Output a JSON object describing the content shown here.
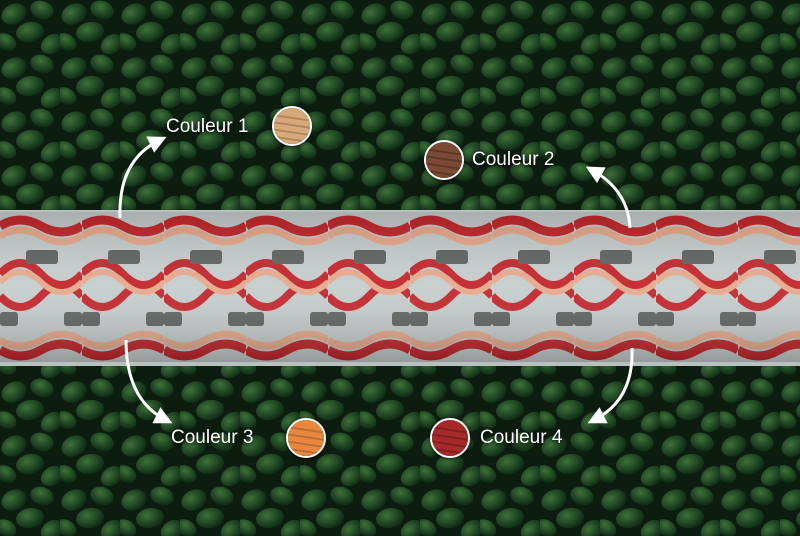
{
  "image": {
    "description_free": true,
    "colors": {
      "foliage_dark": "#0f2414",
      "foliage_mid": "#1f4a24",
      "foliage_light": "#3f7a3a",
      "cord_base": "#c6cdcd",
      "cord_grey": "#5e6461",
      "cord_red": "#c3262b",
      "cord_peach": "#e7a98c"
    }
  },
  "labels": [
    {
      "text": "Couleur 1",
      "color": "#d8a878"
    },
    {
      "text": "Couleur 2",
      "color": "#7a4a35"
    },
    {
      "text": "Couleur 3",
      "color": "#e9873f"
    },
    {
      "text": "Couleur 4",
      "color": "#a8292a"
    }
  ]
}
